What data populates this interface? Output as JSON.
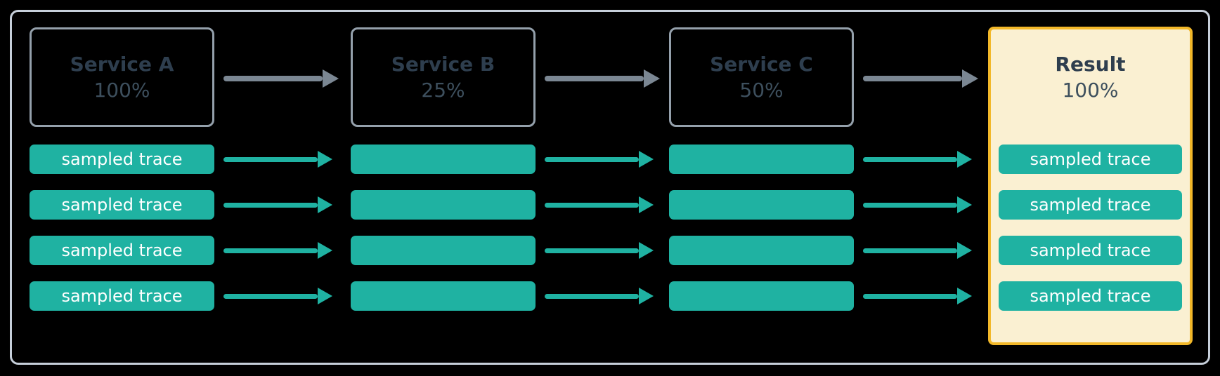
{
  "diagram": {
    "description": "Trace sampling flow across services",
    "columns": [
      {
        "title": "Service A",
        "rate": "100%"
      },
      {
        "title": "Service B",
        "rate": "25%"
      },
      {
        "title": "Service C",
        "rate": "50%"
      },
      {
        "title": "Result",
        "rate": "100%"
      }
    ],
    "trace_label": "sampled trace",
    "trace_rows": 4,
    "colors": {
      "background": "#000000",
      "container_border": "#c6cfda",
      "service_border": "#94a0ab",
      "dark_slate": "#2e3e4e",
      "rate_slate": "#3d4f5d",
      "arrow_gray": "#7b8793",
      "teal": "#1fb2a2",
      "result_border": "#f2b829",
      "result_fill": "#faf0d2"
    }
  }
}
